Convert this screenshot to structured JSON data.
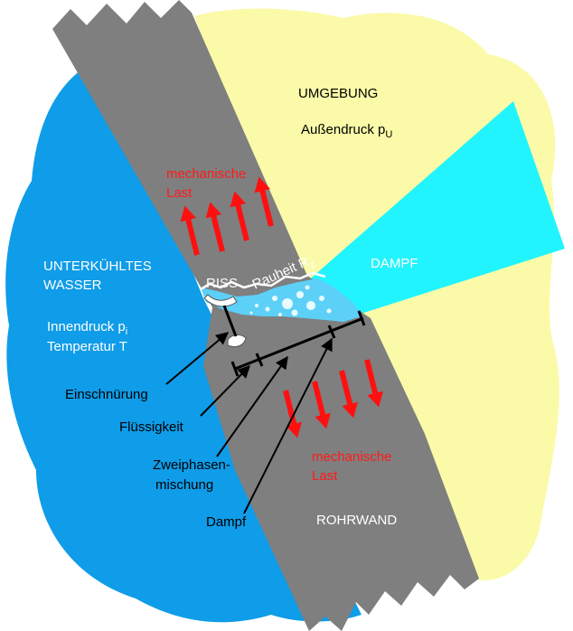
{
  "labels": {
    "umgebung": "UMGEBUNG",
    "aussendruck": "Außendruck p",
    "aussendruck_sub": "U",
    "dampf_right": "DAMPF",
    "unterkuehltes": "UNTERKÜHLTES",
    "wasser": "WASSER",
    "innendruck": "Innendruck p",
    "innendruck_sub": "i",
    "temperatur": "Temperatur T",
    "mechanische_top_1": "mechanische",
    "mechanische_top_2": "Last",
    "riss": "RISS",
    "rauheit": "Rauheit R",
    "rauheit_sub": "z",
    "einschnuerung": "Einschnürung",
    "fluessigkeit": "Flüssigkeit",
    "zweiphasen_1": "Zweiphasen-",
    "zweiphasen_2": "mischung",
    "dampf_bottom": "Dampf",
    "mechanische_bottom_1": "mechanische",
    "mechanische_bottom_2": "Last",
    "rohrwand": "ROHRWAND"
  },
  "colors": {
    "water": "#0f9ce8",
    "environment": "#fafaa8",
    "steam": "#22f4ff",
    "wall": "#7f7f7f",
    "arrow": "#ff1010",
    "text_red": "#ff1a1a"
  }
}
